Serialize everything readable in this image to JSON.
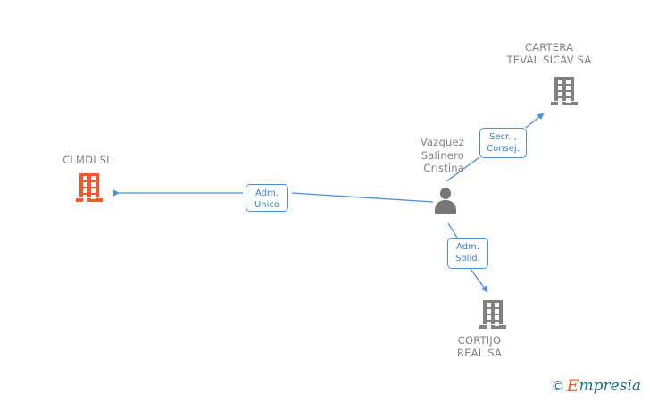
{
  "diagram": {
    "type": "org-relationship-graph",
    "background_color": "#ffffff",
    "edge_color": "#4a90d9",
    "focal_color": "#f1592a",
    "entity_color": "#808080",
    "label_color": "#808080",
    "badge_text_color": "#3a7ec4",
    "nodes": [
      {
        "id": "clmdi",
        "kind": "company",
        "label": "CLMDI SL",
        "icon": "building-icon",
        "highlight": true,
        "color": "#f1592a",
        "label_position": "above"
      },
      {
        "id": "cartera",
        "kind": "company",
        "label": "CARTERA\nTEVAL SICAV SA",
        "icon": "building-icon",
        "highlight": false,
        "color": "#808080",
        "label_position": "above"
      },
      {
        "id": "cortijo",
        "kind": "company",
        "label": "CORTIJO\nREAL SA",
        "icon": "building-icon",
        "highlight": false,
        "color": "#808080",
        "label_position": "below"
      },
      {
        "id": "person",
        "kind": "person",
        "label": "Vazquez\nSalinero\nCristina",
        "icon": "person-icon",
        "highlight": false,
        "color": "#777777",
        "label_position": "above-left"
      }
    ],
    "edges": [
      {
        "id": "edge-person-clmdi",
        "from": "person",
        "to": "clmdi",
        "badge": "Adm.\nUnico",
        "direction": "to-target"
      },
      {
        "id": "edge-person-cartera",
        "from": "person",
        "to": "cartera",
        "badge": "Secr. ,\nConsej.",
        "direction": "to-target"
      },
      {
        "id": "edge-person-cortijo",
        "from": "person",
        "to": "cortijo",
        "badge": "Adm.\nSolid.",
        "direction": "to-target"
      }
    ]
  },
  "watermark": {
    "copyright": "©",
    "brand_first": "E",
    "brand_rest": "mpresia"
  }
}
